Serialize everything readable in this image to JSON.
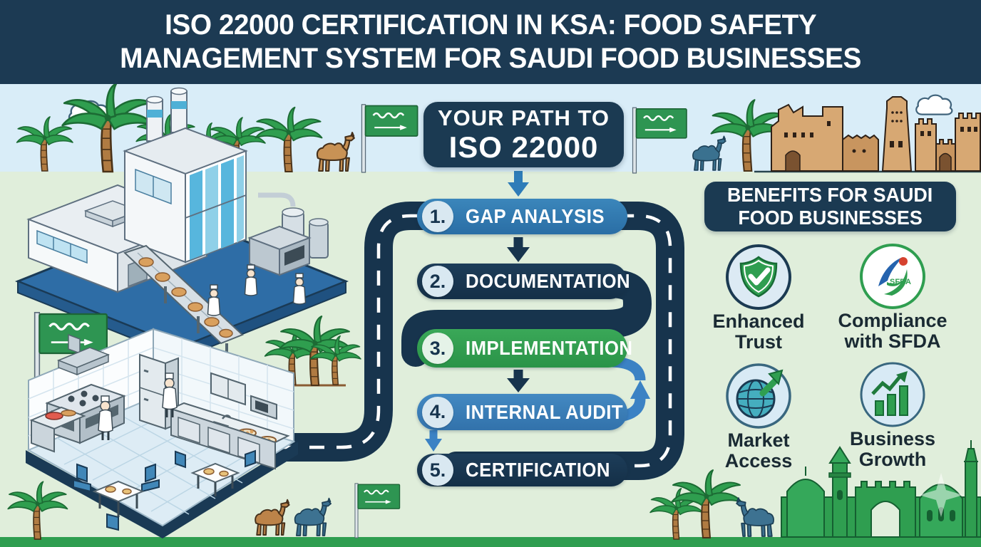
{
  "header": {
    "title_line1": "ISO 22000 CERTIFICATION IN KSA: FOOD SAFETY",
    "title_line2": "MANAGEMENT SYSTEM FOR SAUDI FOOD BUSINESSES"
  },
  "path_box": {
    "line1": "YOUR PATH TO",
    "line2": "ISO 22000"
  },
  "steps": [
    {
      "number": "1.",
      "label": "GAP ANALYSIS",
      "color": "#3179af"
    },
    {
      "number": "2.",
      "label": "DOCUMENTATION",
      "color": "#16344e"
    },
    {
      "number": "3.",
      "label": "IMPLEMENTATION",
      "color": "#2f9e4f"
    },
    {
      "number": "4.",
      "label": "INTERNAL AUDIT",
      "color": "#3b7fbd"
    },
    {
      "number": "5.",
      "label": "CERTIFICATION",
      "color": "#16344e"
    }
  ],
  "benefits": {
    "title_line1": "BENEFITS FOR SAUDI",
    "title_line2": "FOOD BUSINESSES",
    "items": [
      {
        "icon": "shield-check-icon",
        "label_line1": "Enhanced",
        "label_line2": "Trust"
      },
      {
        "icon": "sfda-logo-icon",
        "label_line1": "Compliance",
        "label_line2": "with SFDA",
        "logo_text": "SFDA"
      },
      {
        "icon": "globe-arrow-icon",
        "label_line1": "Market",
        "label_line2": "Access"
      },
      {
        "icon": "growth-chart-icon",
        "label_line1": "Business",
        "label_line2": "Growth"
      }
    ]
  },
  "colors": {
    "header_bg": "#1c3a53",
    "sky": "#d9edf8",
    "ground": "#e0eedb",
    "road": "#17344d",
    "accent_blue": "#3179af",
    "accent_green": "#2f9e4f",
    "bottom_strip": "#2f9e50",
    "flag_green": "#2e9552",
    "fort_tan": "#d7a873",
    "platform_blue": "#2e6da6"
  }
}
